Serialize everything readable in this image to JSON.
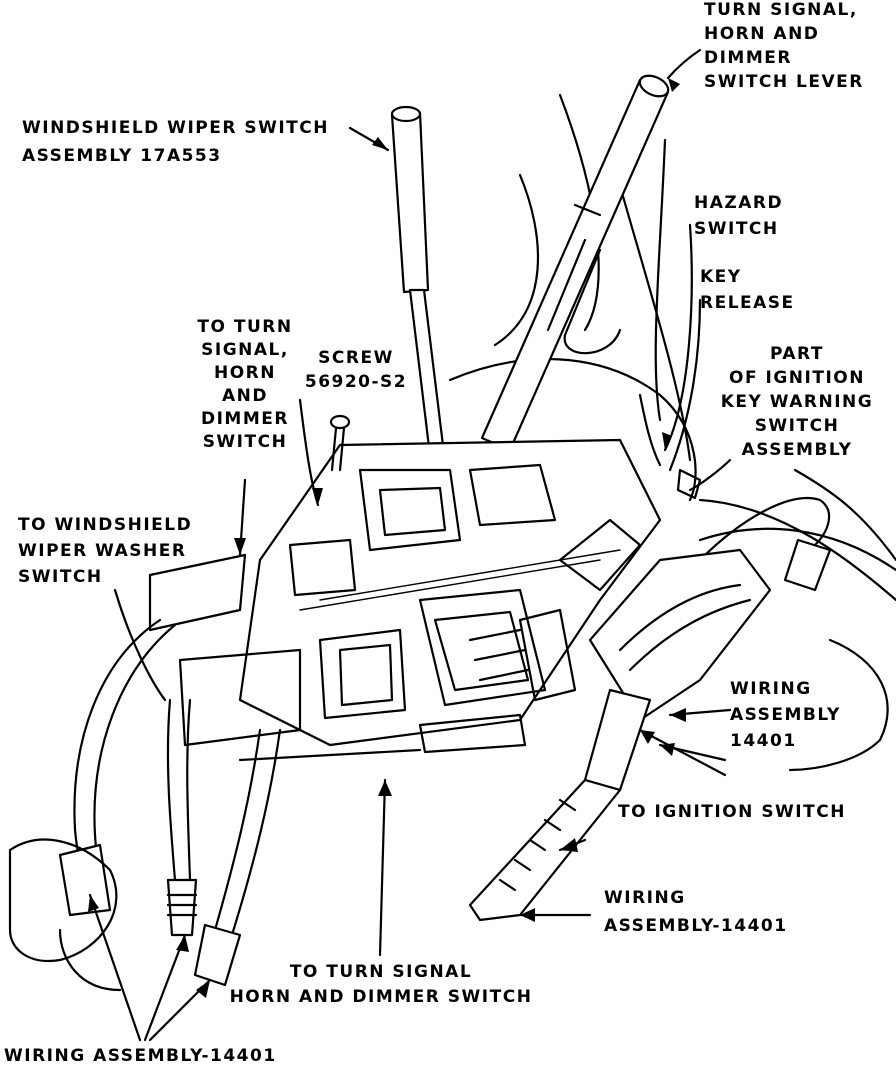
{
  "labels": {
    "turn_signal_lever": "TURN SIGNAL,\nHORN AND\nDIMMER\nSWITCH LEVER",
    "wiper_switch": "WINDSHIELD WIPER SWITCH\nASSEMBLY 17A553",
    "hazard_switch": "HAZARD\nSWITCH",
    "key_release": "KEY\nRELEASE",
    "to_turn_signal_switch": "TO TURN\nSIGNAL,\nHORN\nAND\nDIMMER\nSWITCH",
    "screw": "SCREW\n56920-S2",
    "ignition_key_warning": "PART\nOF IGNITION\nKEY WARNING\nSWITCH\nASSEMBLY",
    "to_wiper_washer": "TO WINDSHIELD\nWIPER WASHER\nSWITCH",
    "wiring_assembly_right": "WIRING\nASSEMBLY\n14401",
    "to_ignition_switch": "TO IGNITION SWITCH",
    "wiring_assembly_bottom_right": "WIRING\nASSEMBLY-14401",
    "to_turn_signal_bottom": "TO TURN SIGNAL\nHORN AND DIMMER SWITCH",
    "wiring_assembly_bottom_left": "WIRING ASSEMBLY-14401"
  }
}
